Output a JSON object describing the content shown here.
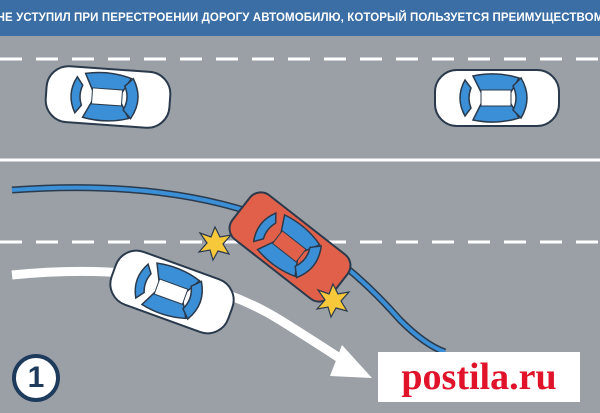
{
  "header": {
    "caption": "«НЕ УСТУПИЛ ПРИ ПЕРЕСТРОЕНИИ ДОРОГУ АВТОМОБИЛЮ, КОТОРЫЙ ПОЛЬЗУЕТСЯ ПРЕИМУЩЕСТВОМ»"
  },
  "badge": {
    "number": "1"
  },
  "watermark": {
    "text": "postila.ru"
  },
  "colors": {
    "banner": "#3a6ea5",
    "road": "#9aa0a6",
    "car_white": "#ffffff",
    "car_glass": "#3b8fd6",
    "car_red": "#e0604a",
    "trajectory_blue": "#3b8fd6",
    "impact": "#f6c83a",
    "logo_red": "#e0132a"
  },
  "icons": [
    "white-car-icon",
    "red-car-icon",
    "impact-star-icon",
    "trajectory-arrow-icon"
  ]
}
